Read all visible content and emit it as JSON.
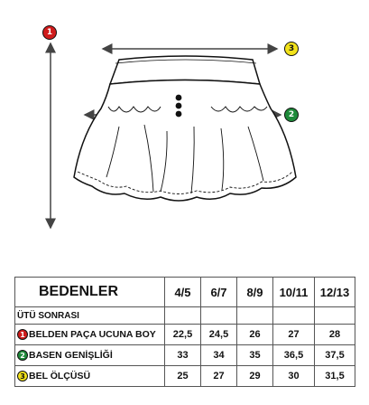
{
  "markers": [
    {
      "num": "1",
      "color": "#d01c1c",
      "text_color": "#ffffff"
    },
    {
      "num": "2",
      "color": "#1e8a3a",
      "text_color": "#ffffff"
    },
    {
      "num": "3",
      "color": "#f2e21a",
      "text_color": "#111111"
    }
  ],
  "table": {
    "title": "BEDENLER",
    "sizes": [
      "4/5",
      "6/7",
      "8/9",
      "10/11",
      "12/13"
    ],
    "subheading": "ÜTÜ SONRASI",
    "rows": [
      {
        "marker": "1",
        "label": "BELDEN PAÇA UCUNA BOY",
        "values": [
          "22,5",
          "24,5",
          "26",
          "27",
          "28"
        ]
      },
      {
        "marker": "2",
        "label": "BASEN GENİŞLİĞİ",
        "values": [
          "33",
          "34",
          "35",
          "36,5",
          "37,5"
        ]
      },
      {
        "marker": "3",
        "label": "BEL ÖLÇÜSÜ",
        "values": [
          "25",
          "27",
          "29",
          "30",
          "31,5"
        ]
      }
    ]
  }
}
